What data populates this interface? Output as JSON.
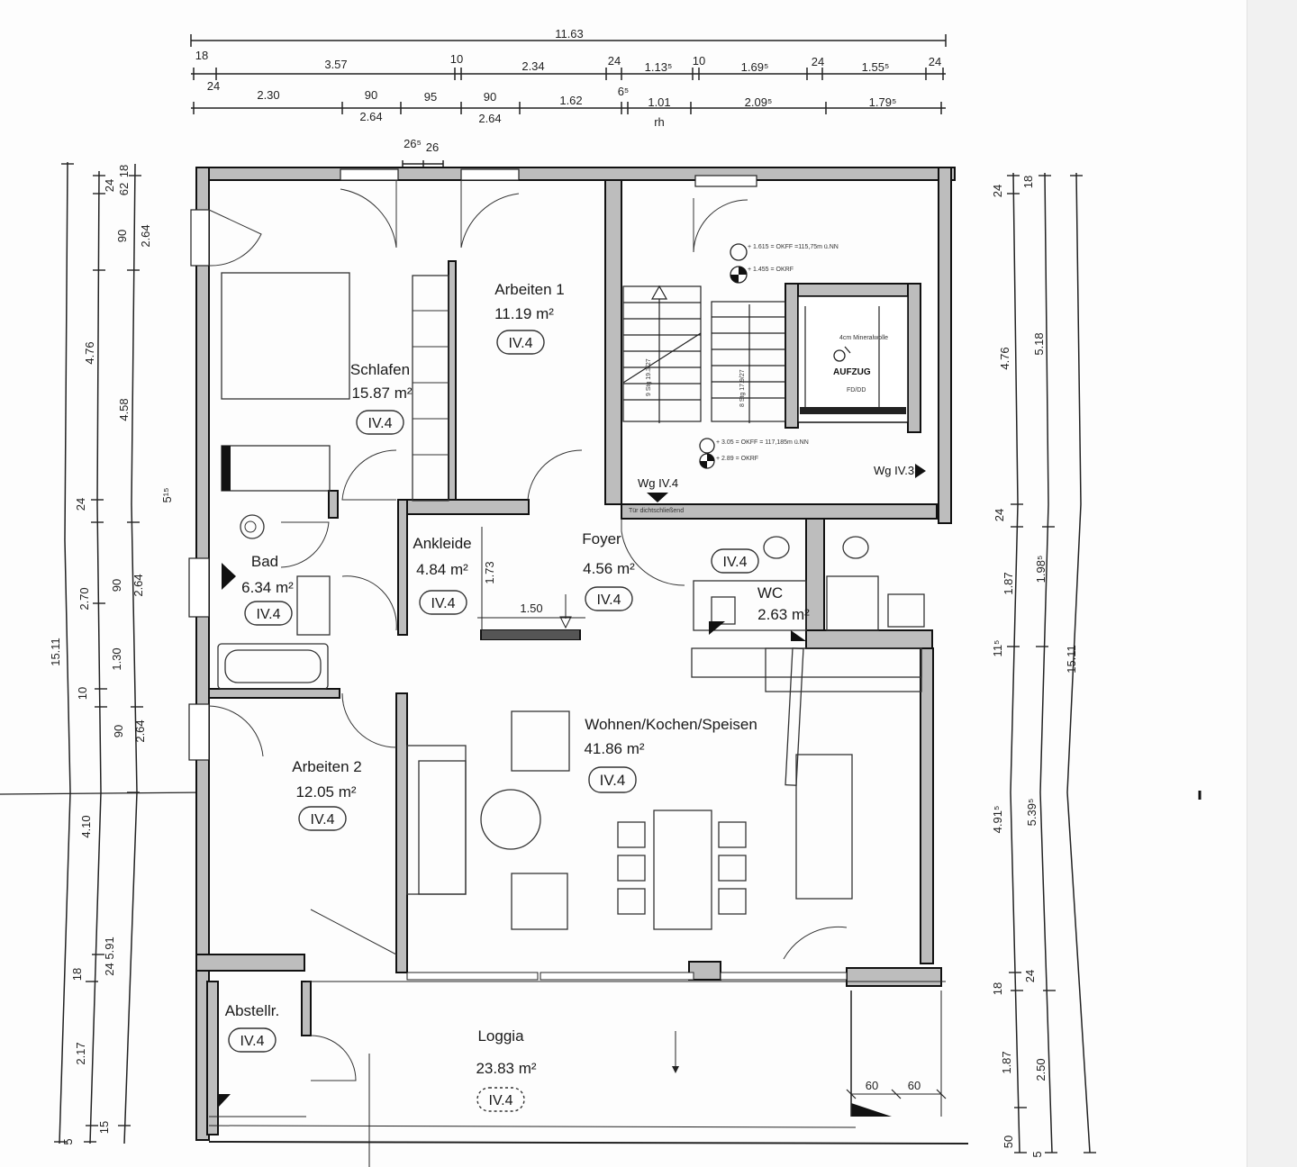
{
  "rooms": {
    "schlafen": {
      "name": "Schlafen",
      "area": "15.87 m²",
      "code": "IV.4"
    },
    "arbeiten1": {
      "name": "Arbeiten 1",
      "area": "11.19 m²",
      "code": "IV.4"
    },
    "ankleide": {
      "name": "Ankleide",
      "area": "4.84 m²",
      "code": "IV.4"
    },
    "foyer": {
      "name": "Foyer",
      "area": "4.56 m²",
      "code": "IV.4"
    },
    "bad": {
      "name": "Bad",
      "area": "6.34 m²",
      "code": "IV.4"
    },
    "wc": {
      "name": "WC",
      "area": "2.63 m²",
      "code": "IV.4"
    },
    "wohnen": {
      "name": "Wohnen/Kochen/Speisen",
      "area": "41.86 m²",
      "code": "IV.4"
    },
    "arbeiten2": {
      "name": "Arbeiten 2",
      "area": "12.05 m²",
      "code": "IV.4"
    },
    "abstellr": {
      "name": "Abstellr.",
      "code": "IV.4"
    },
    "loggia": {
      "name": "Loggia",
      "area": "23.83 m²",
      "code": "IV.4"
    }
  },
  "labels": {
    "aufzug": "AUFZUG",
    "wg_iv4": "Wg IV.4",
    "wg_iv3": "Wg IV.3",
    "okff1": "+ 1.615 = OKFF =115,75m ü.NN",
    "okff2": "+ 1.455 = OKRF",
    "okff3": "+ 3.05 = OKFF = 117,185m ü.NN",
    "okff4": "+ 2.89 = OKRF",
    "mineralwolle": "4cm Mineralwolle",
    "fd": "FD/DD",
    "tuer": "Tür dichtschließend",
    "stair1": "9 Stg 19.3/27",
    "stair2": "8 Stg 17.9/27"
  },
  "dims": {
    "top_total": "11.63",
    "top_row2": [
      "18",
      "3.57",
      "10",
      "2.34",
      "24",
      "1.13⁵",
      "10",
      "1.69⁵",
      "24",
      "1.55⁵",
      "24"
    ],
    "top_row3": [
      "24",
      "2.30",
      "90",
      "95",
      "90",
      "1.62",
      "6⁵",
      "1.01",
      "2.09⁵",
      "1.79⁵"
    ],
    "top_row3_sub": [
      "2.64",
      "2.64",
      "rh"
    ],
    "top_small": [
      "26⁵",
      "26"
    ],
    "left_outer": "15.11",
    "left_col1": [
      "4.76",
      "4.58",
      "2.70",
      "1.30",
      "4.10",
      "2.17"
    ],
    "left_col2": [
      "24",
      "90",
      "24",
      "90",
      "10",
      "90",
      "18",
      "5"
    ],
    "left_col3": [
      "62",
      "2.64",
      "2.64",
      "2.64",
      "24 5.91",
      "15"
    ],
    "left_small": [
      "18",
      "5¹⁵"
    ],
    "right_col1": [
      "24",
      "4.76",
      "24",
      "1.87",
      "11⁵",
      "4.91⁵",
      "18",
      "1.87",
      "50"
    ],
    "right_col2": [
      "18",
      "5.18",
      "1.98⁵",
      "5.39⁵",
      "24",
      "2.50",
      "5"
    ],
    "right_outer": "15.11",
    "inner": [
      "1.73",
      "1.50",
      "60",
      "60"
    ]
  }
}
